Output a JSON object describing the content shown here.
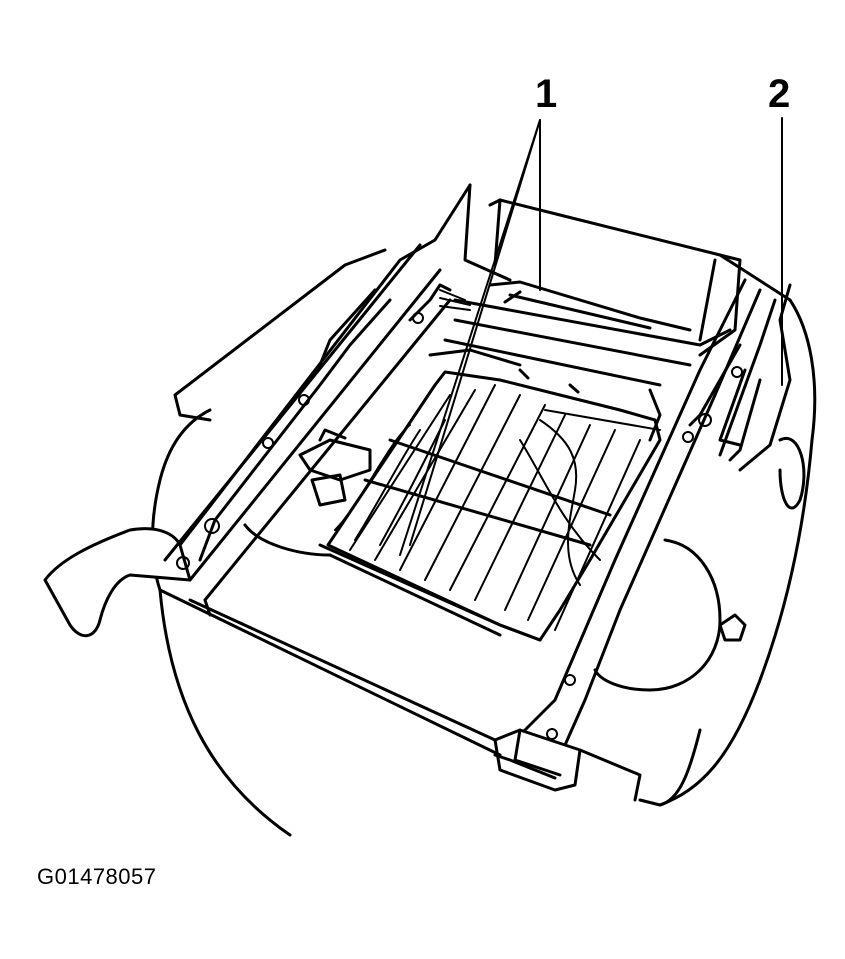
{
  "callouts": {
    "one": "1",
    "two": "2"
  },
  "figure_id": "G01478057",
  "colors": {
    "ink": "#000000",
    "paper": "#ffffff"
  }
}
